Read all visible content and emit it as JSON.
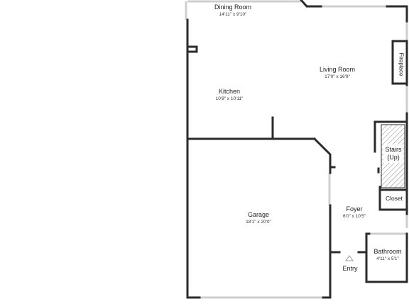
{
  "rooms": {
    "dining": {
      "name": "Dining Room",
      "dim": "14'11\" x 9'10\""
    },
    "living": {
      "name": "Living Room",
      "dim": "17'0\" x 16'9\""
    },
    "kitchen": {
      "name": "Kitchen",
      "dim": "10'8\" x 10'11\""
    },
    "garage": {
      "name": "Garage",
      "dim": "18'1\" x 20'0\""
    },
    "foyer": {
      "name": "Foyer",
      "dim": "6'0\" x 10'5\""
    },
    "bathroom": {
      "name": "Bathroom",
      "dim": "4'11\" x 5'1\""
    }
  },
  "features": {
    "fireplace": "Fireplace",
    "stairs_line1": "Stairs",
    "stairs_line2": "(Up)",
    "closet": "Closet",
    "entry": "Entry"
  },
  "colors": {
    "wall": "#2b2b2b",
    "window": "#cfcfcf",
    "hatch": "#888888",
    "background": "#ffffff",
    "entry_marker": "#9a9a9a"
  }
}
